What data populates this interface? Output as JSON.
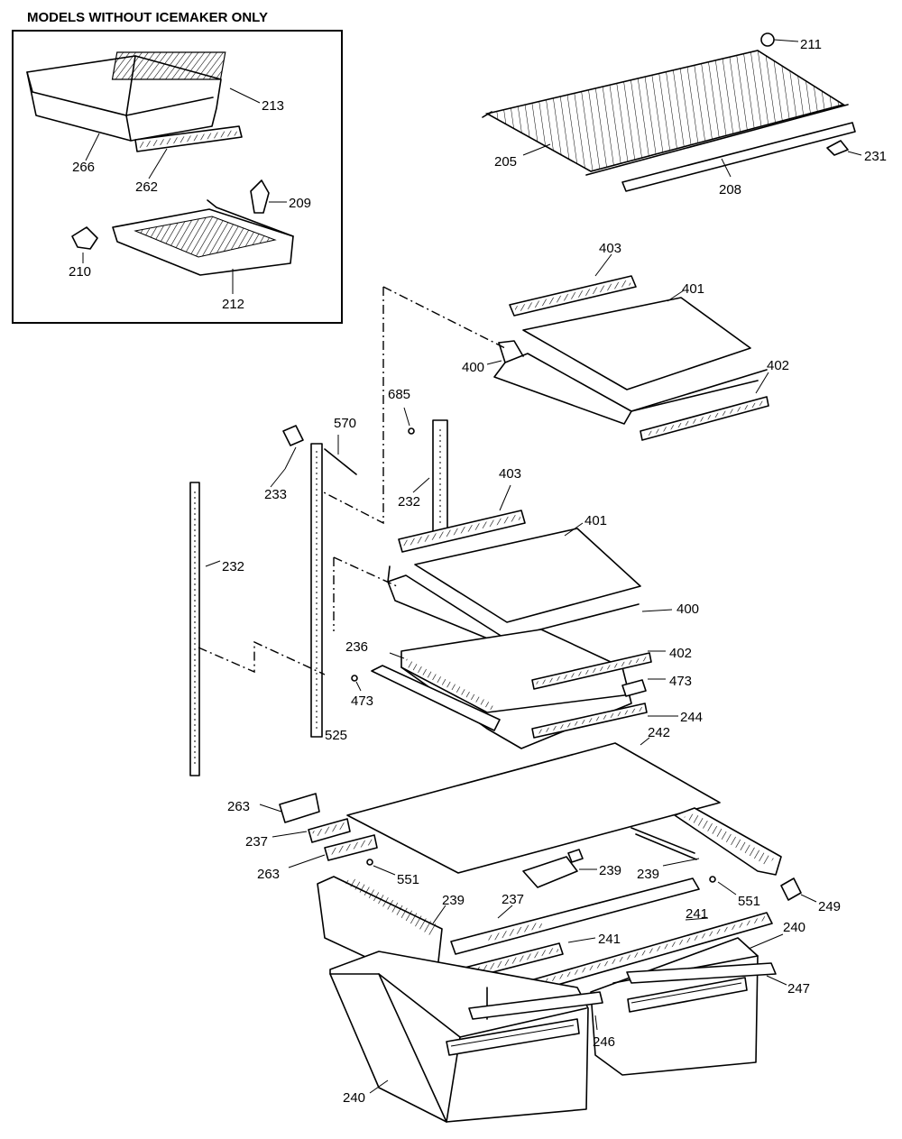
{
  "inset": {
    "title": "MODELS WITHOUT ICEMAKER ONLY",
    "labels": {
      "p213": "213",
      "p266": "266",
      "p262": "262",
      "p209": "209",
      "p210": "210",
      "p212": "212"
    }
  },
  "labels": {
    "p211": "211",
    "p205": "205",
    "p231": "231",
    "p208": "208",
    "p403a": "403",
    "p401a": "401",
    "p400a": "400",
    "p402a": "402",
    "p685": "685",
    "p570": "570",
    "p233": "233",
    "p232a": "232",
    "p232b": "232",
    "p403b": "403",
    "p401b": "401",
    "p400b": "400",
    "p236": "236",
    "p402b": "402",
    "p473a": "473",
    "p473b": "473",
    "p525": "525",
    "p244": "244",
    "p242": "242",
    "p263a": "263",
    "p237a": "237",
    "p263b": "263",
    "p551a": "551",
    "p239a": "239",
    "p239b": "239",
    "p551b": "551",
    "p249": "249",
    "p239c": "239",
    "p237b": "237",
    "p241a": "241",
    "p241b": "241",
    "p240a": "240",
    "p247": "247",
    "p246": "246",
    "p240b": "240"
  }
}
